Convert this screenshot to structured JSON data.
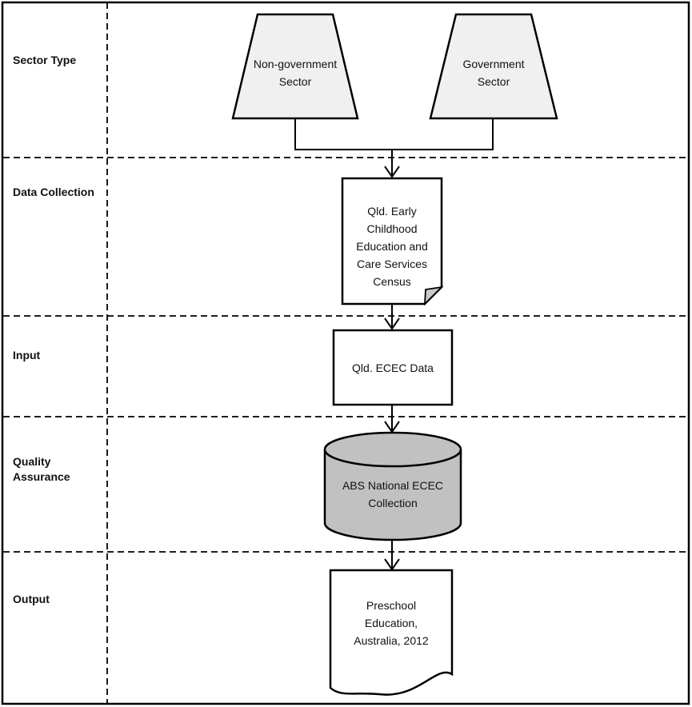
{
  "lanes": [
    {
      "label": "Sector Type"
    },
    {
      "label": "Data Collection"
    },
    {
      "label": "Input"
    },
    {
      "label": "Quality Assurance"
    },
    {
      "label": "Output"
    }
  ],
  "shapes": {
    "non_government": {
      "lines": [
        "Non-government",
        "Sector"
      ]
    },
    "government": {
      "lines": [
        "Government",
        "Sector"
      ]
    },
    "census": {
      "lines": [
        "Qld. Early",
        "Childhood",
        "Education and",
        "Care Services",
        "Census"
      ]
    },
    "input_data": {
      "lines": [
        "Qld. ECEC Data"
      ]
    },
    "qa_collection": {
      "lines": [
        "ABS National ECEC",
        "Collection"
      ]
    },
    "output_pub": {
      "lines": [
        "Preschool",
        "Education,",
        "Australia, 2012"
      ]
    }
  },
  "colors": {
    "trapezoid_fill": "#f0f0f0",
    "cylinder_fill": "#c1c1c1",
    "fold_fill": "#c9c9c9",
    "document_fill": "#ffffff",
    "stroke": "#000000",
    "background": "#ffffff"
  }
}
